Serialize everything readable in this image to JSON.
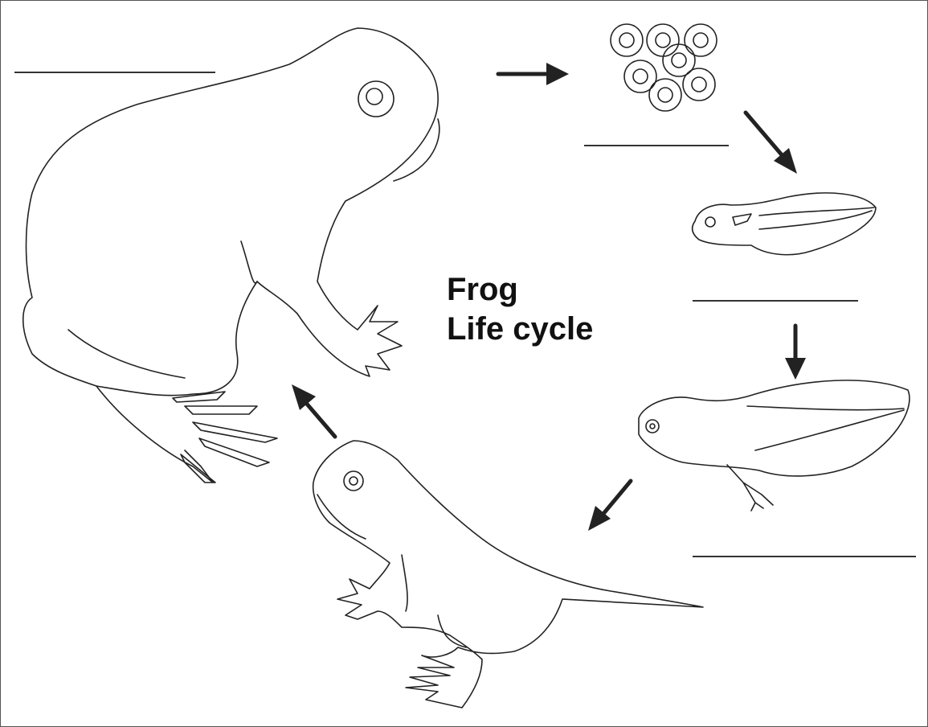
{
  "diagram": {
    "title_line1": "Frog",
    "title_line2": "Life cycle",
    "stages": [
      {
        "name": "adult-frog",
        "label": ""
      },
      {
        "name": "eggs",
        "label": ""
      },
      {
        "name": "tadpole",
        "label": ""
      },
      {
        "name": "tadpole-with-legs",
        "label": ""
      },
      {
        "name": "froglet",
        "label": ""
      }
    ],
    "colors": {
      "line": "#222222",
      "background": "#ffffff"
    }
  }
}
